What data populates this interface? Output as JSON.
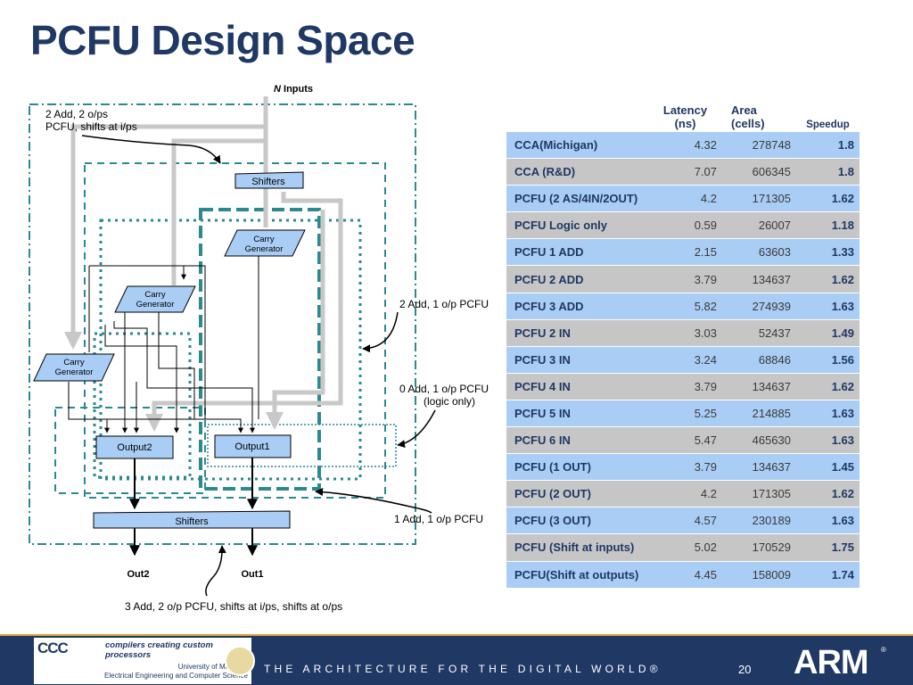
{
  "title": "PCFU Design Space",
  "diagram": {
    "inputs_label_n": "N",
    "inputs_label_rest": " Inputs",
    "annotation_top_line1": "2 Add, 2 o/ps",
    "annotation_top_line2": "PCFU,  shifts at i/ps",
    "annotation_2add": "2 Add, 1 o/p PCFU",
    "annotation_0add_line1": "0 Add, 1 o/p PCFU",
    "annotation_0add_line2": "(logic only)",
    "annotation_1add": "1 Add, 1 o/p PCFU",
    "annotation_bottom": "3 Add, 2 o/p PCFU, shifts at i/ps, shifts at o/ps",
    "shifters_top": "Shifters",
    "shifters_bottom": "Shifters",
    "carry_generator_line1": "Carry",
    "carry_generator_line2": "Generator",
    "output1": "Output1",
    "output2": "Output2",
    "out1": "Out1",
    "out2": "Out2",
    "box_fill": "#a9cdf5",
    "dash_color": "#2a8a8f"
  },
  "table": {
    "headers": {
      "name": "",
      "latency_line1": "Latency",
      "latency_line2": "(ns)",
      "area_line1": "Area",
      "area_line2": "(cells)",
      "speedup": "Speedup"
    },
    "rows": [
      {
        "name": "CCA(Michigan)",
        "latency": "4.32",
        "area": "278748",
        "speedup": "1.8"
      },
      {
        "name": "CCA (R&D)",
        "latency": "7.07",
        "area": "606345",
        "speedup": "1.8"
      },
      {
        "name": "PCFU (2 AS/4IN/2OUT)",
        "latency": "4.2",
        "area": "171305",
        "speedup": "1.62"
      },
      {
        "name": "PCFU Logic only",
        "latency": "0.59",
        "area": "26007",
        "speedup": "1.18"
      },
      {
        "name": "PCFU 1 ADD",
        "latency": "2.15",
        "area": "63603",
        "speedup": "1.33"
      },
      {
        "name": "PCFU 2 ADD",
        "latency": "3.79",
        "area": "134637",
        "speedup": "1.62"
      },
      {
        "name": "PCFU 3 ADD",
        "latency": "5.82",
        "area": "274939",
        "speedup": "1.63"
      },
      {
        "name": "PCFU 2 IN",
        "latency": "3.03",
        "area": "52437",
        "speedup": "1.49"
      },
      {
        "name": "PCFU 3 IN",
        "latency": "3.24",
        "area": "68846",
        "speedup": "1.56"
      },
      {
        "name": "PCFU 4 IN",
        "latency": "3.79",
        "area": "134637",
        "speedup": "1.62"
      },
      {
        "name": "PCFU 5 IN",
        "latency": "5.25",
        "area": "214885",
        "speedup": "1.63"
      },
      {
        "name": "PCFU 6 IN",
        "latency": "5.47",
        "area": "465630",
        "speedup": "1.63"
      },
      {
        "name": "PCFU (1 OUT)",
        "latency": "3.79",
        "area": "134637",
        "speedup": "1.45"
      },
      {
        "name": "PCFU (2 OUT)",
        "latency": "4.2",
        "area": "171305",
        "speedup": "1.62"
      },
      {
        "name": "PCFU (3 OUT)",
        "latency": "4.57",
        "area": "230189",
        "speedup": "1.63"
      },
      {
        "name": "PCFU (Shift at inputs)",
        "latency": "5.02",
        "area": "170529",
        "speedup": "1.75"
      },
      {
        "name": "PCFU(Shift at outputs)",
        "latency": "4.45",
        "area": "158009",
        "speedup": "1.74"
      }
    ],
    "row_colors": [
      "#a9cdf5",
      "#c6c6c6"
    ]
  },
  "footer": {
    "ccc": "CCC",
    "ccc_tagline": "compilers creating custom processors",
    "university_line1": "University of Michigan",
    "university_line2": "Electrical Engineering and Computer Science",
    "tagline": "THE ARCHITECTURE FOR THE DIGITAL WORLD®",
    "page_number": "20",
    "arm_logo": "ARM",
    "arm_registered": "®",
    "bar_color": "#1f3864",
    "rule_color": "#e0a030"
  }
}
